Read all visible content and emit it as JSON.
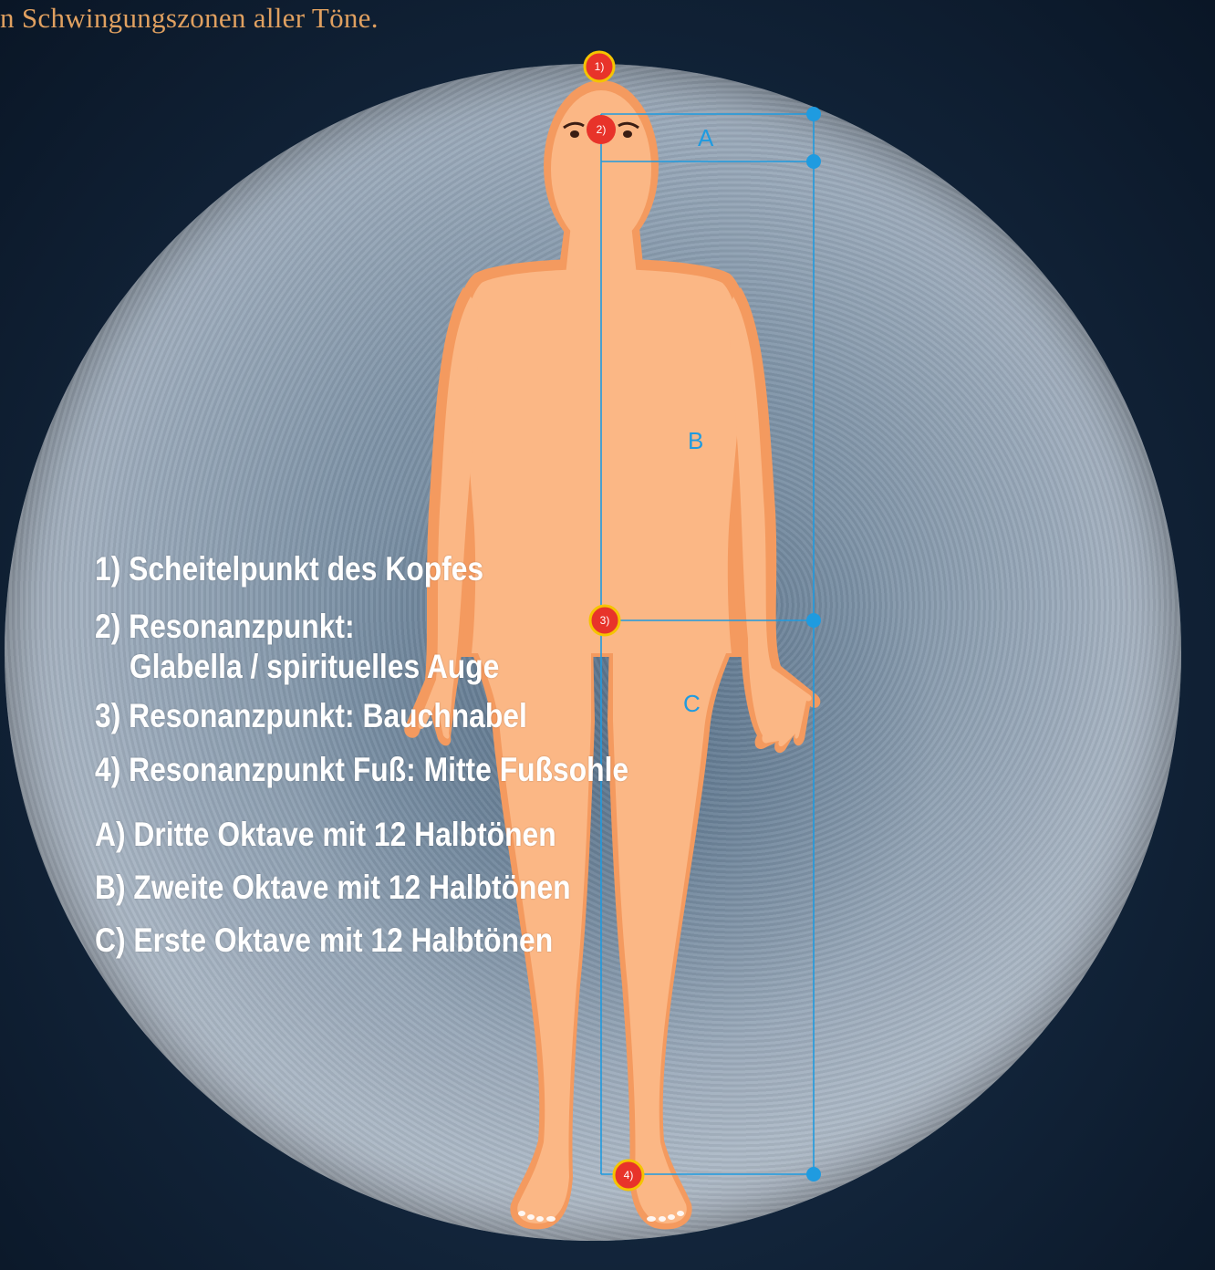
{
  "caption": "n Schwingungszonen aller Töne.",
  "markers": [
    "1)",
    "2)",
    "3)",
    "4)"
  ],
  "segments": {
    "a": "A",
    "b": "B",
    "c": "C"
  },
  "legend": {
    "item1": "1) Scheitelpunkt des Kopfes",
    "item2a": "2) Resonanzpunkt:",
    "item2b": "Glabella / spirituelles Auge",
    "item3": "3) Resonanzpunkt: Bauchnabel",
    "item4": "4) Resonanzpunkt Fuß: Mitte Fußsohle",
    "itemA": "A) Dritte Oktave mit 12 Halbtönen",
    "itemB": "B) Zweite Oktave mit 12 Halbtönen",
    "itemC": "C) Erste Oktave mit 12 Halbtönen"
  },
  "colors": {
    "skin": "#fbb785",
    "skin_outline": "#f49a5f",
    "marker": "#e8332a",
    "marker_ring": "#f5c400",
    "measure_line": "#1f9be0",
    "caption": "#e0a060"
  }
}
